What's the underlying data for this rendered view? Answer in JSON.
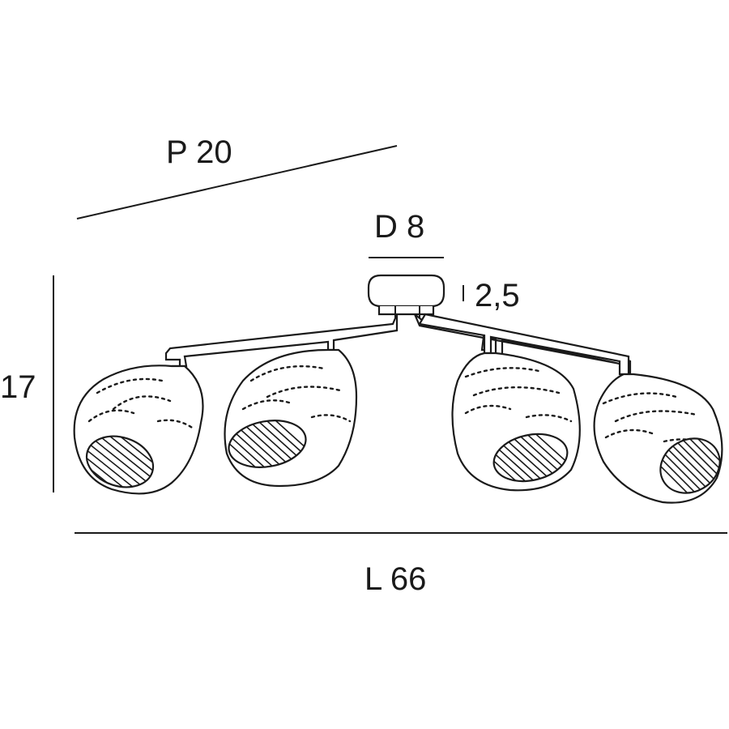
{
  "dimensions": {
    "depth": "P 20",
    "diameter": "D 8",
    "canopy_height": "2,5",
    "height": "17",
    "length": "L 66"
  }
}
